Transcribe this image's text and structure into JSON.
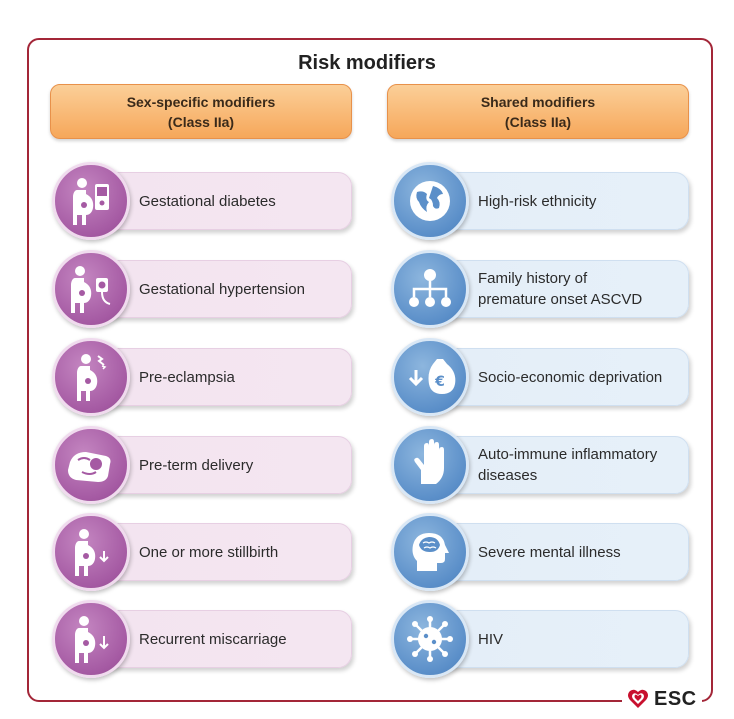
{
  "title": "Risk modifiers",
  "left_column": {
    "header_line1": "Sex-specific modifiers",
    "header_line2": "(Class IIa)",
    "items": [
      {
        "label": "Gestational diabetes",
        "icon": "pregnant-glucometer-icon"
      },
      {
        "label": "Gestational hypertension",
        "icon": "pregnant-blood-pressure-icon"
      },
      {
        "label": "Pre-eclampsia",
        "icon": "pregnant-alert-icon"
      },
      {
        "label": "Pre-term delivery",
        "icon": "newborn-icon"
      },
      {
        "label": "One or more stillbirth",
        "icon": "pregnant-down-arrow-icon"
      },
      {
        "label": "Recurrent miscarriage",
        "icon": "pregnant-miscarriage-icon"
      }
    ]
  },
  "right_column": {
    "header_line1": "Shared modifiers",
    "header_line2": "(Class IIa)",
    "items": [
      {
        "label": "High-risk ethnicity",
        "icon": "globe-icon"
      },
      {
        "label": "Family history of premature onset ASCVD",
        "line1": "Family history of",
        "line2": "premature onset ASCVD",
        "icon": "family-tree-icon"
      },
      {
        "label": "Socio-economic deprivation",
        "icon": "money-bag-euro-icon"
      },
      {
        "label": "Auto-immune inflammatory diseases",
        "line1": "Auto-immune inflammatory",
        "line2": "diseases",
        "icon": "hand-icon"
      },
      {
        "label": "Severe mental illness",
        "icon": "brain-head-icon"
      },
      {
        "label": "HIV",
        "icon": "virus-icon"
      }
    ]
  },
  "logo": {
    "text": "ESC",
    "icon": "heart-logo-icon"
  },
  "colors": {
    "frame": "#a32638",
    "header_orange": "#f6a75a",
    "pink_circle": "#a55aa3",
    "pink_pill": "#f3e4f0",
    "blue_circle": "#5b8fc9",
    "blue_pill": "#e4eef8"
  }
}
